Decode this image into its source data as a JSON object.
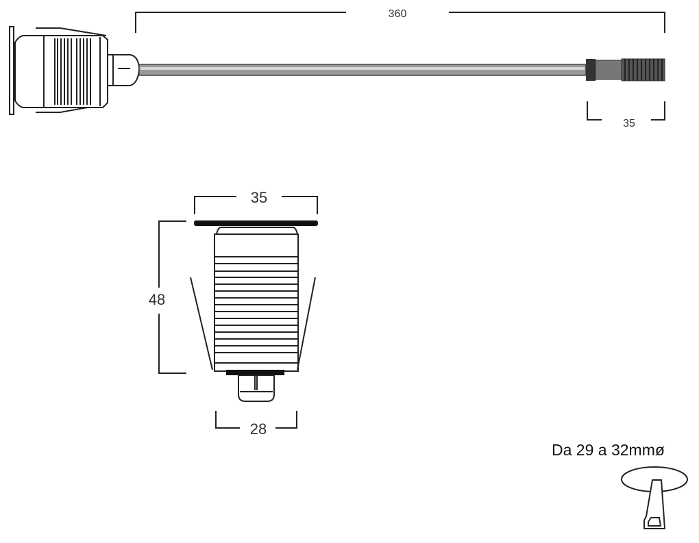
{
  "dimensions": {
    "cable_length": "360",
    "plug_length": "35",
    "flange_width": "35",
    "height": "48",
    "body_width": "28"
  },
  "cutout_note": "Da 29 a 32mmø",
  "colors": {
    "line": "#222222",
    "cable": "#888888",
    "background": "#ffffff"
  }
}
